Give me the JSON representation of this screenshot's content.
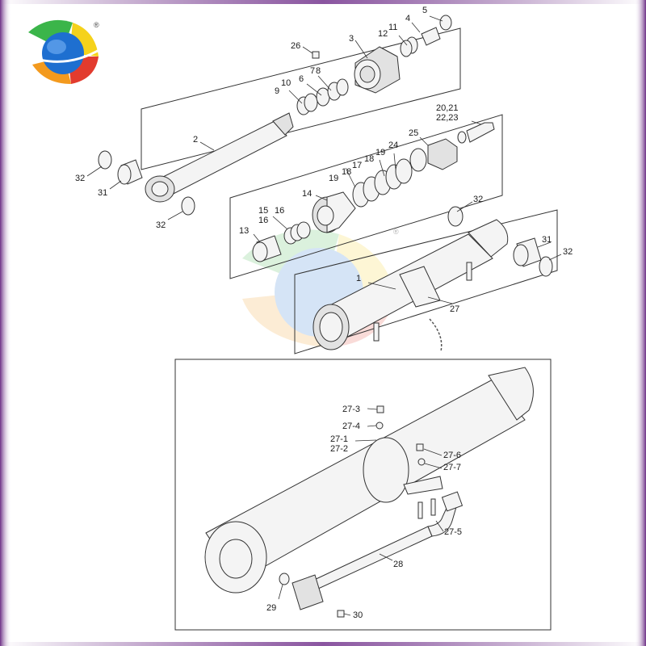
{
  "brand": {
    "registered_mark": "®",
    "colors": {
      "purple_border": "#7a3f8f",
      "logo_blue": "#1e6fd0",
      "logo_green": "#3bb54a",
      "logo_yellow": "#f5d21b",
      "logo_red": "#e23b2e",
      "logo_orange": "#f39a1e"
    }
  },
  "diagram": {
    "labels": {
      "p1": "1",
      "p2": "2",
      "p3": "3",
      "p4": "4",
      "p5": "5",
      "p6": "6",
      "p7": "7",
      "p8": "8",
      "p9": "9",
      "p10": "10",
      "p11": "11",
      "p12": "12",
      "p13": "13",
      "p14": "14",
      "p15": "15",
      "p16a": "16",
      "p16b": "16",
      "p17": "17",
      "p18a": "18",
      "p18b": "18",
      "p19a": "19",
      "p19b": "19",
      "p20": "20,21",
      "p22": "22,23",
      "p24": "24",
      "p25": "25",
      "p26": "26",
      "p27": "27",
      "p31a": "31",
      "p31b": "31",
      "p32a": "32",
      "p32b": "32",
      "p32c": "32",
      "p32d": "32",
      "p27_1": "27-1",
      "p27_2": "27-2",
      "p27_3": "27-3",
      "p27_4": "27-4",
      "p27_5": "27-5",
      "p27_6": "27-6",
      "p27_7": "27-7",
      "p28": "28",
      "p29": "29",
      "p30": "30"
    }
  }
}
